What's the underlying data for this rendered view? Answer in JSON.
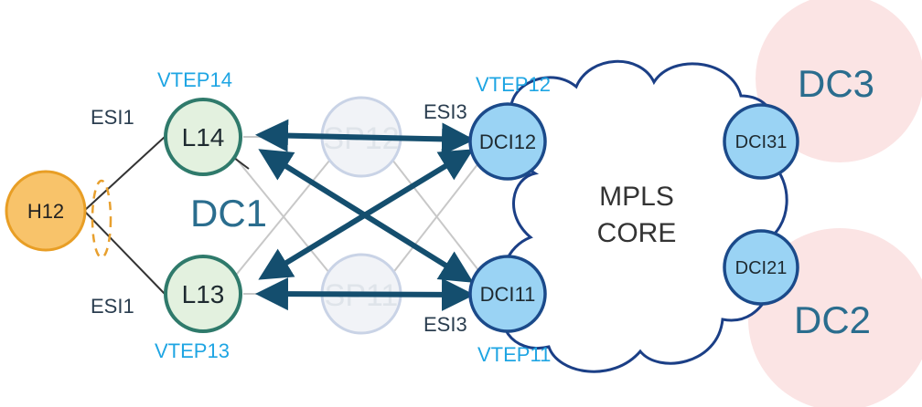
{
  "dc_regions": [
    {
      "id": "dc3",
      "label": "DC3"
    },
    {
      "id": "dc2",
      "label": "DC2"
    },
    {
      "id": "dc1",
      "label": "DC1"
    }
  ],
  "cloud": {
    "line1": "MPLS",
    "line2": "CORE"
  },
  "nodes": [
    {
      "id": "h12",
      "label": "H12",
      "kind": "host"
    },
    {
      "id": "l14",
      "label": "L14",
      "kind": "leaf"
    },
    {
      "id": "l13",
      "label": "L13",
      "kind": "leaf"
    },
    {
      "id": "sp12",
      "label": "SP12",
      "kind": "spine"
    },
    {
      "id": "sp11",
      "label": "SP11",
      "kind": "spine"
    },
    {
      "id": "dci12",
      "label": "DCI12",
      "kind": "dci"
    },
    {
      "id": "dci11",
      "label": "DCI11",
      "kind": "dci"
    },
    {
      "id": "dci31",
      "label": "DCI31",
      "kind": "dci"
    },
    {
      "id": "dci21",
      "label": "DCI21",
      "kind": "dci"
    }
  ],
  "vtep_labels": [
    {
      "id": "vtep14",
      "text": "VTEP14"
    },
    {
      "id": "vtep13",
      "text": "VTEP13"
    },
    {
      "id": "vtep12",
      "text": "VTEP12"
    },
    {
      "id": "vtep11",
      "text": "VTEP11"
    }
  ],
  "esi_labels": [
    {
      "id": "esi1-top",
      "text": "ESI1"
    },
    {
      "id": "esi1-bottom",
      "text": "ESI1"
    },
    {
      "id": "esi3-top",
      "text": "ESI3"
    },
    {
      "id": "esi3-bottom",
      "text": "ESI3"
    }
  ],
  "colors": {
    "host_fill": "#f8c36a",
    "host_stroke": "#e89e25",
    "leaf_fill": "#e3f1df",
    "leaf_stroke": "#2f7a6b",
    "dci_fill": "#9ad3f4",
    "dci_stroke": "#1b4a8a",
    "spine_fill": "#f1f3f7",
    "spine_stroke": "#c9d3e6",
    "arrow": "#144e6e",
    "vtep_text": "#1ea5e3",
    "label_dark": "#2a3d4f",
    "dc_text": "#2a6d8e",
    "dc_circle": "#fbe4e4"
  }
}
